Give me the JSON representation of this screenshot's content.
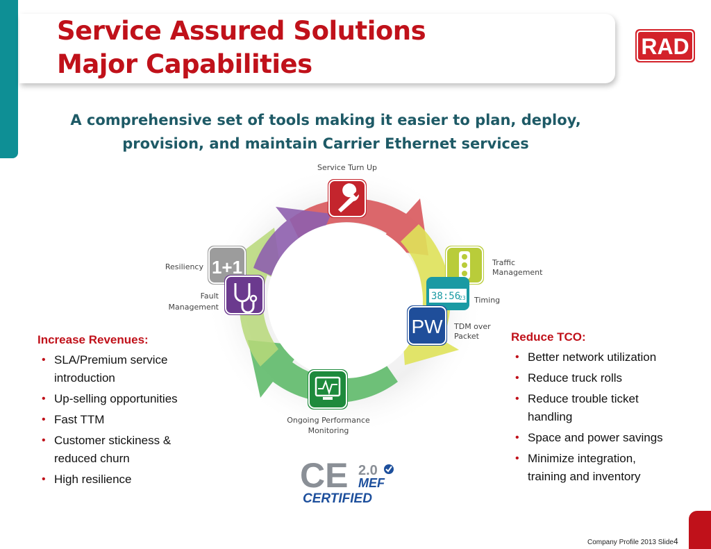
{
  "slide": {
    "title_line1": "Service Assured Solutions",
    "title_line2": "Major Capabilities",
    "subtitle_line1": "A comprehensive set of tools making it easier to plan, deploy,",
    "subtitle_line2": "provision, and maintain Carrier Ethernet services",
    "logo_text": "RAD"
  },
  "cycle": {
    "service_turn_up": "Service Turn Up",
    "traffic_line1": "Traffic",
    "traffic_line2": "Management",
    "timing": "Timing",
    "timing_display": "38:56",
    "timing_small": "23",
    "tdm_line1": "TDM over",
    "tdm_line2": "Packet",
    "pw_icon_text": "PW",
    "resiliency": "Resiliency",
    "resiliency_icon_text": "1+1",
    "fault_line1": "Fault",
    "fault_line2": "Management",
    "monitor_line1": "Ongoing Performance",
    "monitor_line2": "Monitoring"
  },
  "left_list": {
    "heading": "Increase Revenues:",
    "items": [
      {
        "line1": "SLA/Premium service",
        "line2": "introduction"
      },
      {
        "line1": "Up-selling opportunities",
        "line2": ""
      },
      {
        "line1": "Fast TTM",
        "line2": ""
      },
      {
        "line1": "Customer stickiness &",
        "line2": "reduced churn"
      },
      {
        "line1": "High resilience",
        "line2": ""
      }
    ]
  },
  "right_list": {
    "heading": "Reduce TCO:",
    "items": [
      {
        "line1": "Better network utilization",
        "line2": ""
      },
      {
        "line1": "Reduce truck rolls",
        "line2": ""
      },
      {
        "line1": "Reduce trouble ticket",
        "line2": "handling"
      },
      {
        "line1": "Space and power savings",
        "line2": ""
      },
      {
        "line1": "Minimize integration,",
        "line2": "training and inventory"
      }
    ]
  },
  "badge": {
    "ce": "CE",
    "version": "2.0",
    "mef": "MEF",
    "certified": "CERTIFIED"
  },
  "footer": {
    "label": "Company Profile 2013  Slide",
    "number": "4"
  },
  "colors": {
    "title_red": "#c0111a",
    "teal": "#0e8f95",
    "subtitle_teal": "#1e5a66"
  }
}
